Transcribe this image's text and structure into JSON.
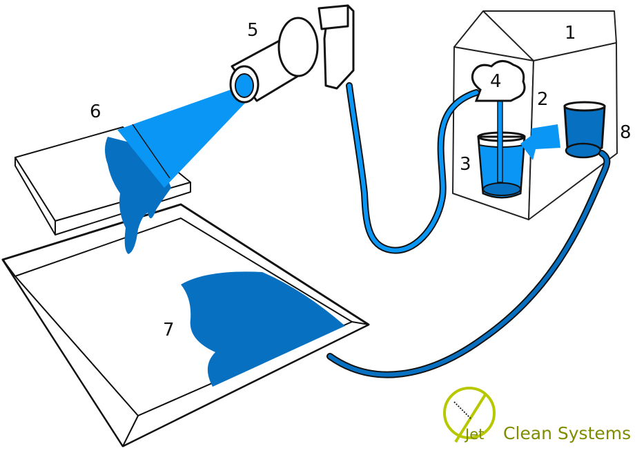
{
  "labels": {
    "n1": "1",
    "n2": "2",
    "n3": "3",
    "n4": "4",
    "n5": "5",
    "n6": "6",
    "n7": "7",
    "n8": "8"
  },
  "logo": {
    "jet": "Jet",
    "name": "Clean Systems"
  },
  "colors": {
    "liquid_dark": "#0870c0",
    "liquid_bright": "#0a96f5",
    "outline": "#111111",
    "brand": "#b7c800",
    "brand_text": "#7f8c00"
  }
}
